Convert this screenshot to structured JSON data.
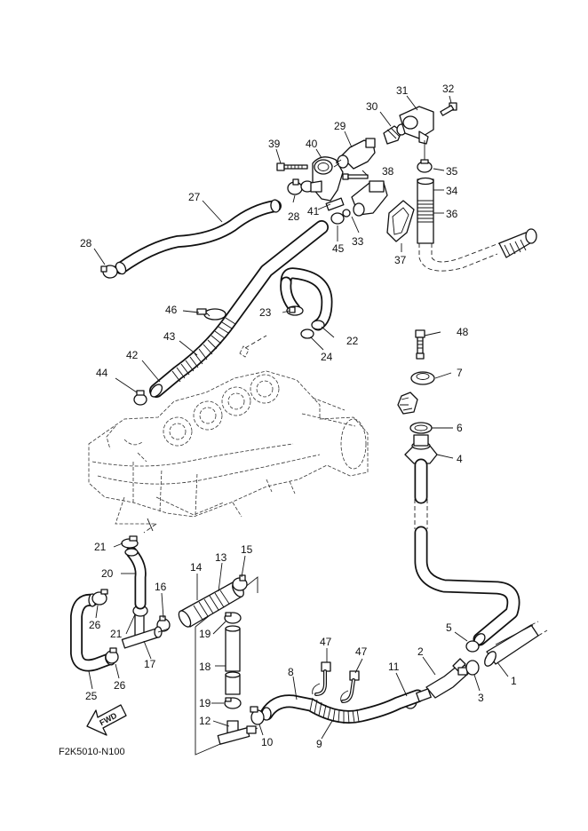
{
  "diagram": {
    "drawing_code": "F2K5010-N100",
    "direction_label": "FWD",
    "part_numbers": [
      "1",
      "2",
      "3",
      "4",
      "5",
      "6",
      "7",
      "8",
      "9",
      "10",
      "11",
      "12",
      "13",
      "14",
      "15",
      "16",
      "17",
      "18",
      "19",
      "19",
      "20",
      "21",
      "21",
      "22",
      "23",
      "24",
      "25",
      "26",
      "26",
      "27",
      "28",
      "28",
      "29",
      "30",
      "31",
      "32",
      "33",
      "34",
      "35",
      "36",
      "37",
      "38",
      "39",
      "40",
      "41",
      "42",
      "43",
      "44",
      "45",
      "46",
      "47",
      "47",
      "48"
    ]
  }
}
